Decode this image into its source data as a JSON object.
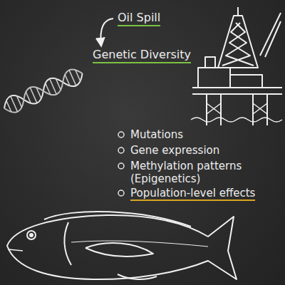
{
  "diagram": {
    "nodes": [
      {
        "text": [
          "Oil Spill"
        ]
      },
      {
        "text": [
          "Genetic Diversity"
        ]
      }
    ],
    "edges": [
      {
        "from": 0,
        "to": 1,
        "arrow": "to"
      }
    ],
    "labels": [
      "Mutations",
      "Gene expression",
      "Methylation patterns (Epigenetics)",
      "Population-level effects"
    ]
  }
}
